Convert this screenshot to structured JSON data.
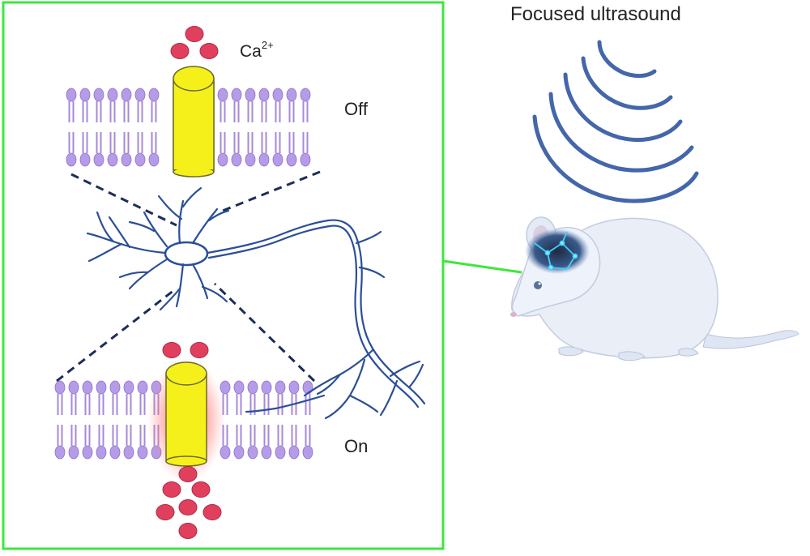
{
  "labels": {
    "title": "Focused ultrasound",
    "ion_base": "Ca",
    "ion_charge": "2+",
    "state_off": "Off",
    "state_on": "On"
  },
  "colors": {
    "panel_border": "#3ee63e",
    "lipid_head": "#b59be8",
    "lipid_tail": "#a68ad8",
    "channel": "#f5f01a",
    "channel_glow": "#ff5a5a",
    "calcium_ion": "#e0405e",
    "neuron": "#2b4e9a",
    "ultrasound_wave": "#4466aa",
    "mouse_body": "#e9eef7"
  },
  "icons": [
    "neuron-illustration",
    "ion-channel",
    "lipid-bilayer",
    "ultrasound-wave-icon",
    "mouse-illustration"
  ]
}
